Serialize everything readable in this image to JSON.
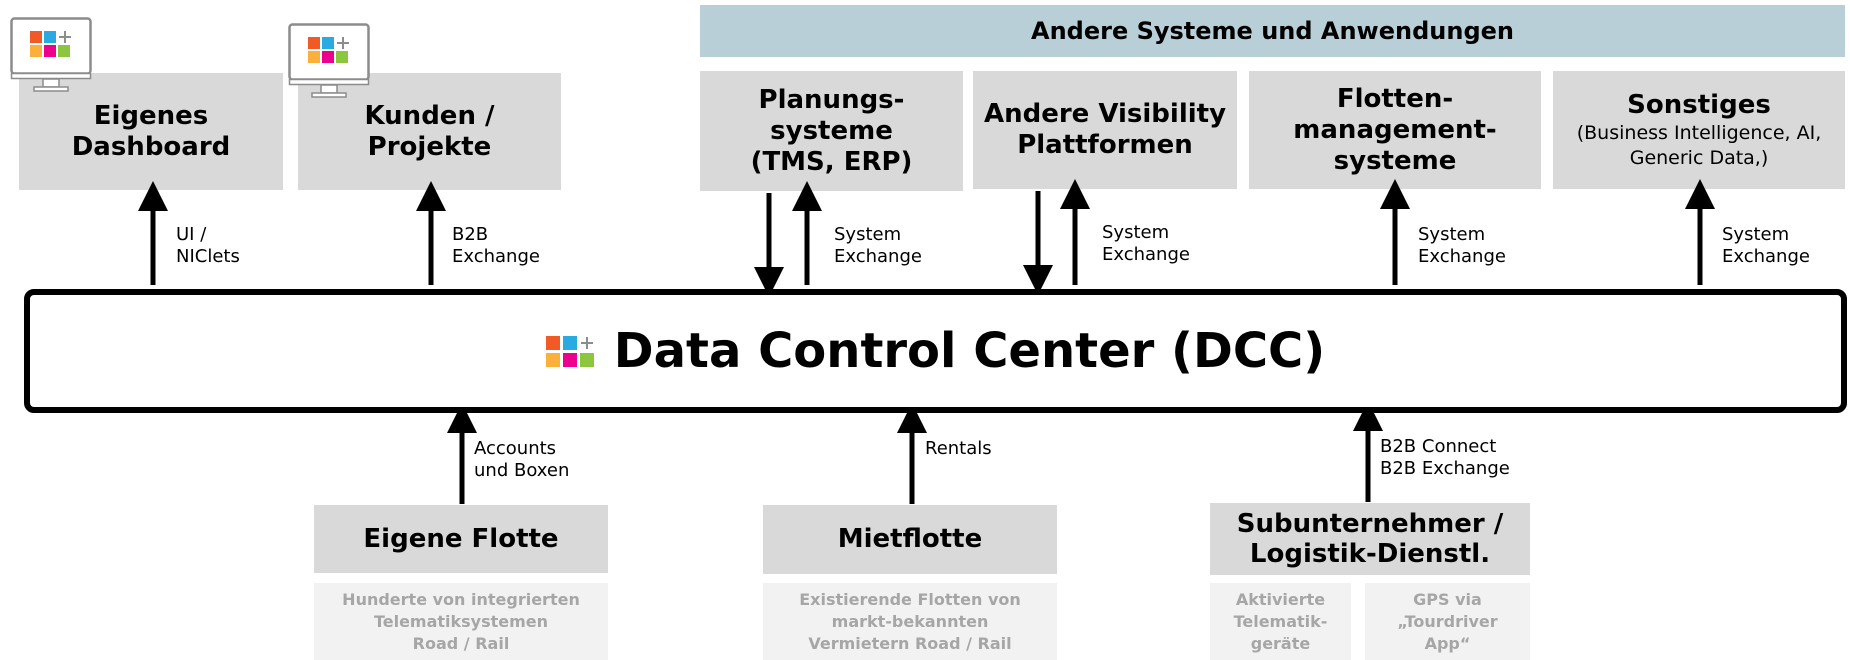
{
  "top_band": {
    "label": "Andere Systeme und Anwendungen"
  },
  "dcc": {
    "title": "Data Control Center (DCC)"
  },
  "top_boxes": [
    {
      "title": "Eigenes\nDashboard"
    },
    {
      "title": "Kunden /\nProjekte"
    },
    {
      "title": "Planungs-\nsysteme\n(TMS, ERP)"
    },
    {
      "title": "Andere Visibility\nPlattformen"
    },
    {
      "title": "Flotten-\nmanagement-\nsysteme"
    },
    {
      "title": "Sonstiges",
      "subtitle": "(Business Intelligence, AI,\nGeneric Data,)"
    }
  ],
  "top_labels": [
    "UI /\nNIClets",
    "B2B\nExchange",
    "System\nExchange",
    "System\nExchange",
    "System\nExchange",
    "System\nExchange"
  ],
  "bottom_boxes": [
    {
      "title": "Eigene Flotte"
    },
    {
      "title": "Mietflotte"
    },
    {
      "title": "Subunternehmer /\nLogistik-Dienstl."
    }
  ],
  "bottom_labels": [
    "Accounts\nund Boxen",
    "Rentals",
    "B2B Connect\nB2B Exchange"
  ],
  "bottom_subs": [
    "Hunderte von integrierten\nTelematiksystemen\nRoad / Rail",
    "Existierende Flotten von\nmarkt-bekannten\nVermietern Road / Rail",
    "Aktivierte\nTelematik-\ngeräte",
    "GPS via\n„Tourdriver\nApp“"
  ],
  "colors": {
    "box_fill": "#d9d9d9",
    "band_fill": "#b9cfd8",
    "sub_fill": "#f2f2f2",
    "sub_text": "#a6a6a6",
    "logo": [
      "#f15a24",
      "#29abe2",
      "#8c8c8c",
      "#fbb03b",
      "#ec008c",
      "#8cc63f"
    ]
  },
  "icons": [
    "monitor-logo-icon",
    "dcc-logo-icon",
    "arrow-up-icon",
    "arrow-down-icon"
  ]
}
